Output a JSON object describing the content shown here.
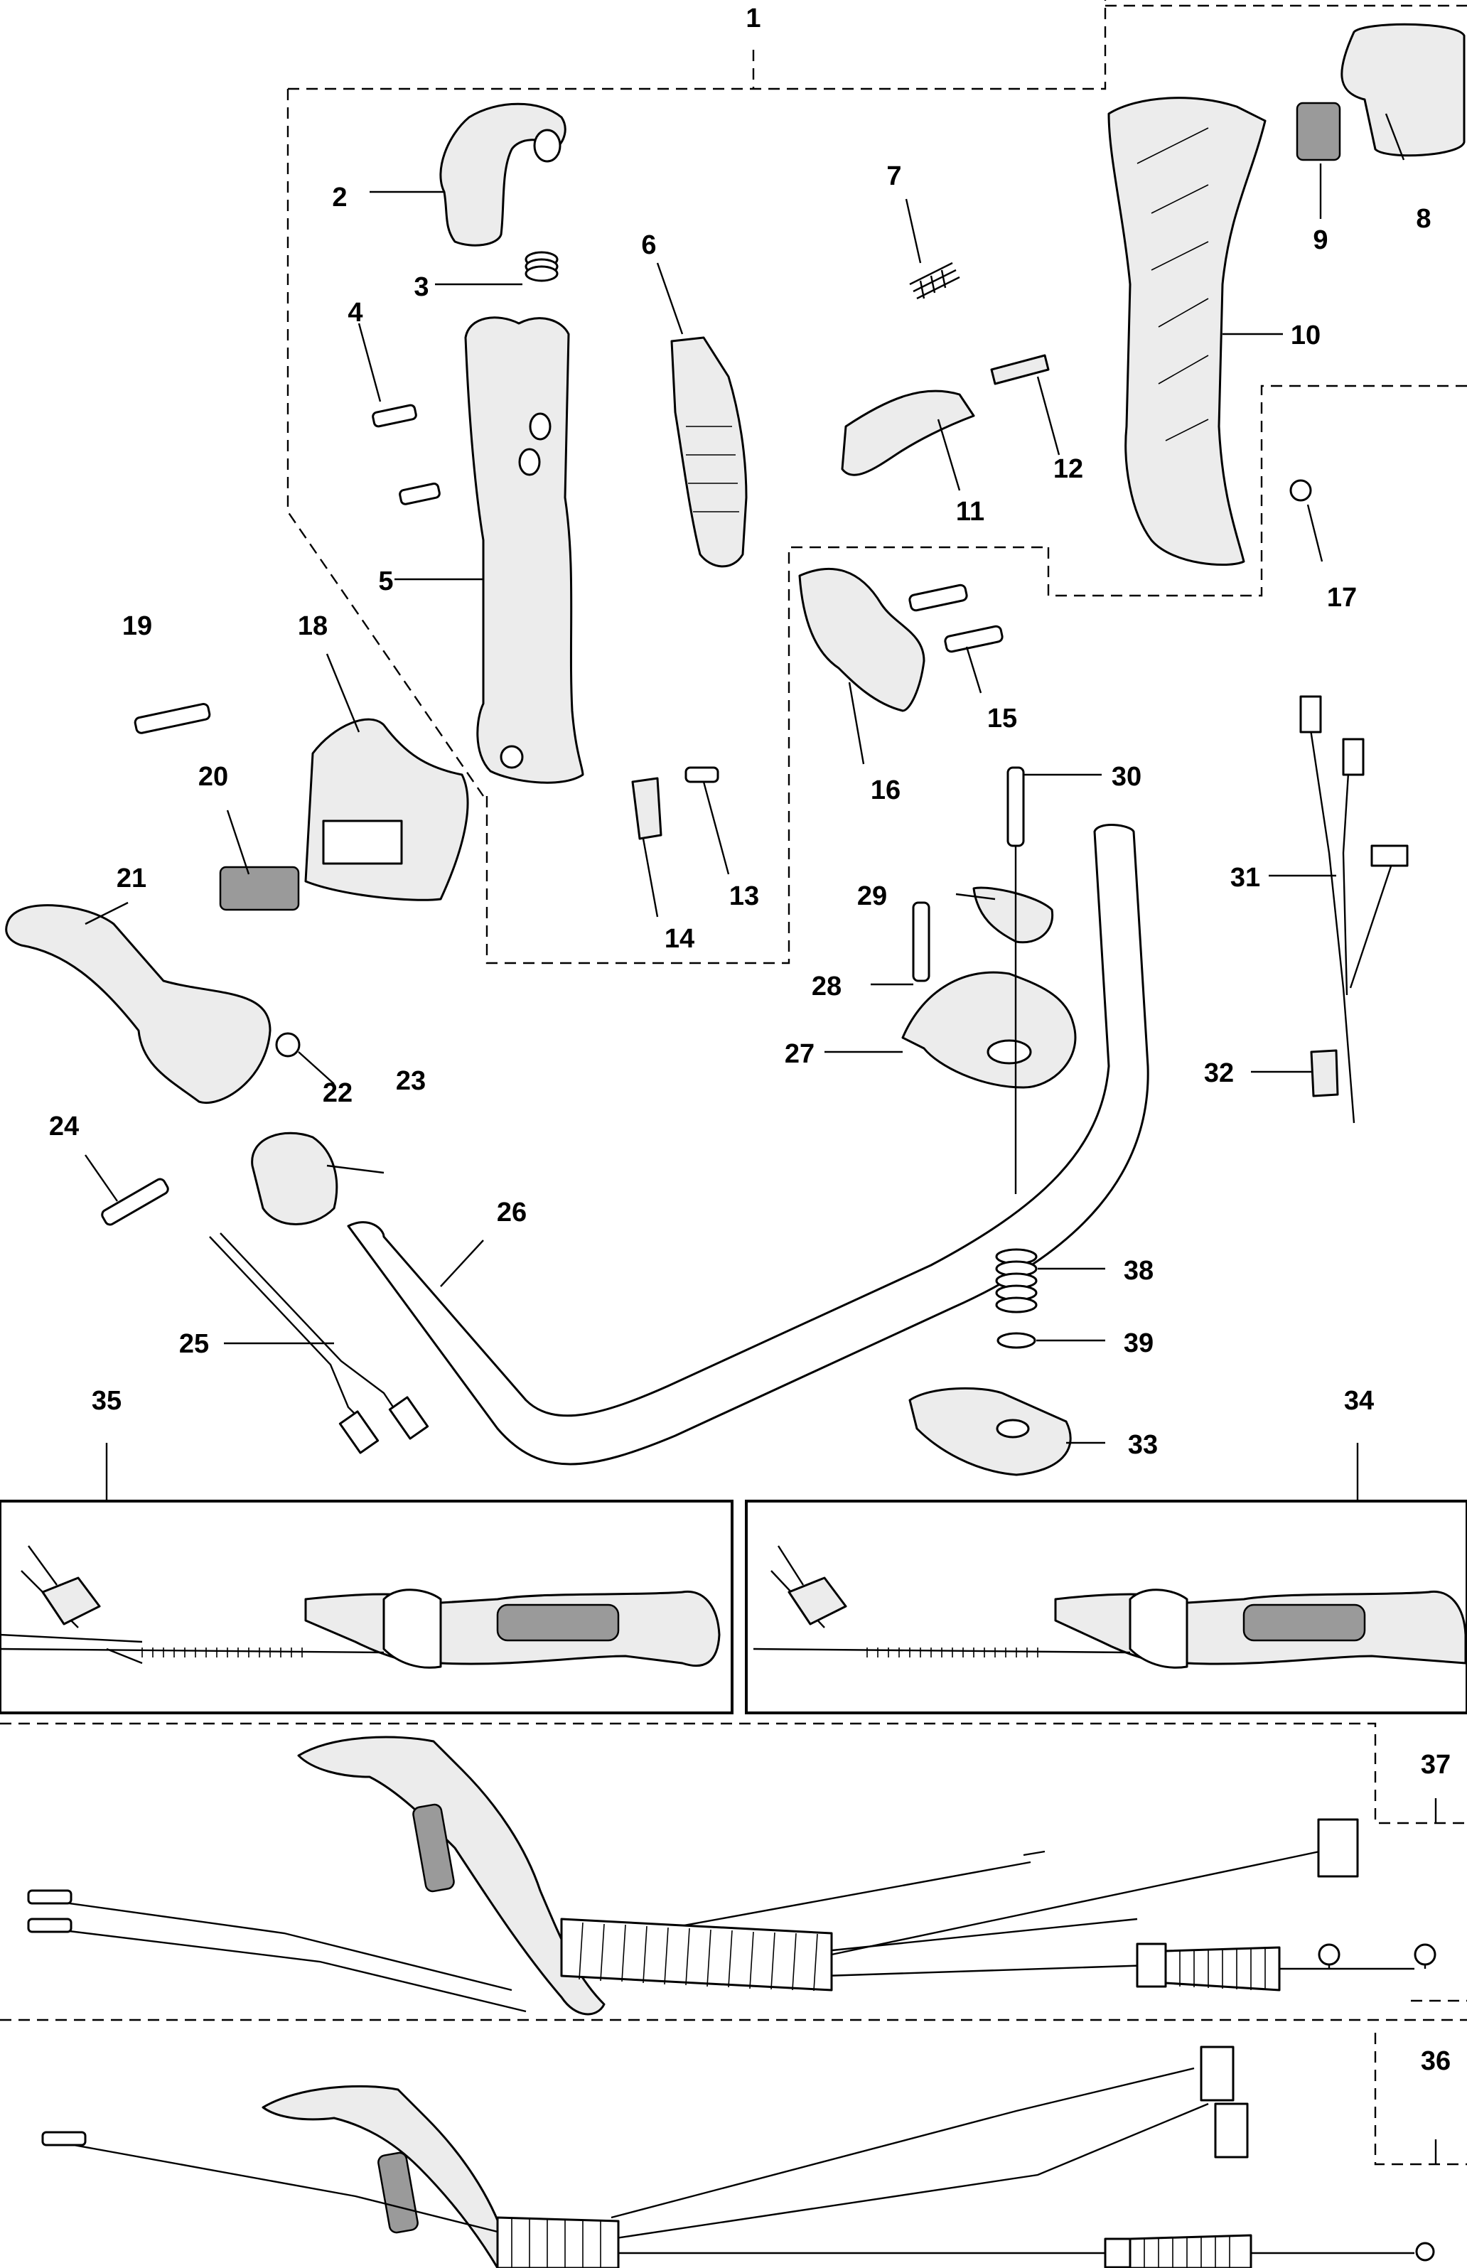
{
  "diagram": {
    "labels": [
      "1",
      "2",
      "3",
      "4",
      "5",
      "6",
      "7",
      "8",
      "9",
      "10",
      "11",
      "12",
      "13",
      "14",
      "15",
      "16",
      "17",
      "18",
      "19",
      "20",
      "21",
      "22",
      "23",
      "24",
      "25",
      "26",
      "27",
      "28",
      "29",
      "30",
      "31",
      "32",
      "33",
      "34",
      "35",
      "36",
      "37",
      "38",
      "39"
    ]
  }
}
